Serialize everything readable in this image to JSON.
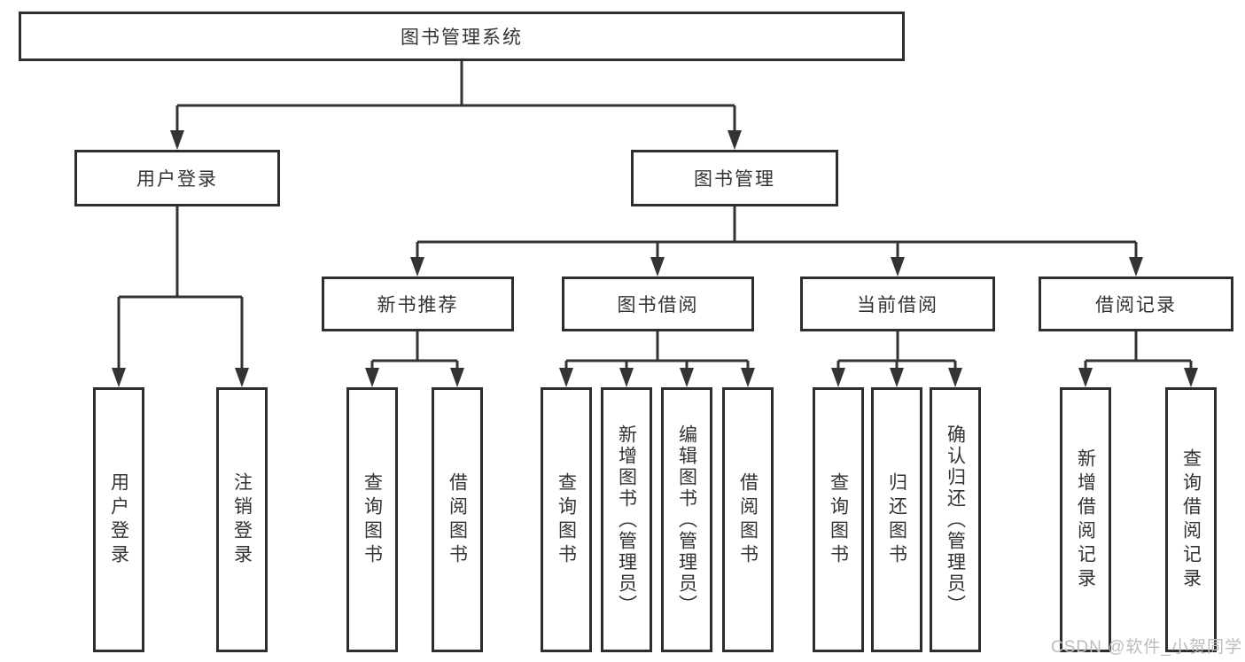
{
  "diagram": {
    "root": {
      "label": "图书管理系统"
    },
    "user_login": {
      "label": "用户登录",
      "children": {
        "login": {
          "label": "用户登录"
        },
        "logout": {
          "label": "注销登录"
        }
      }
    },
    "book_management": {
      "label": "图书管理",
      "sections": {
        "new_book": {
          "label": "新书推荐",
          "children": {
            "query": {
              "label": "查询图书"
            },
            "borrow": {
              "label": "借阅图书"
            }
          }
        },
        "borrowing": {
          "label": "图书借阅",
          "children": {
            "query": {
              "label": "查询图书"
            },
            "add": {
              "label": "新增图书（管理员）"
            },
            "edit": {
              "label": "编辑图书（管理员）"
            },
            "borrow": {
              "label": "借阅图书"
            }
          }
        },
        "current": {
          "label": "当前借阅",
          "children": {
            "query": {
              "label": "查询图书"
            },
            "return": {
              "label": "归还图书"
            },
            "confirm": {
              "label": "确认归还（管理员）"
            }
          }
        },
        "records": {
          "label": "借阅记录",
          "children": {
            "add": {
              "label": "新增借阅记录"
            },
            "query": {
              "label": "查询借阅记录"
            }
          }
        }
      }
    }
  },
  "style": {
    "line_color": "#333333",
    "border_color": "#2e2e2e",
    "text_color": "#333333",
    "watermark_color": "#bcbcbc"
  },
  "watermark": {
    "text": "CSDN @软件_小贺同学"
  }
}
